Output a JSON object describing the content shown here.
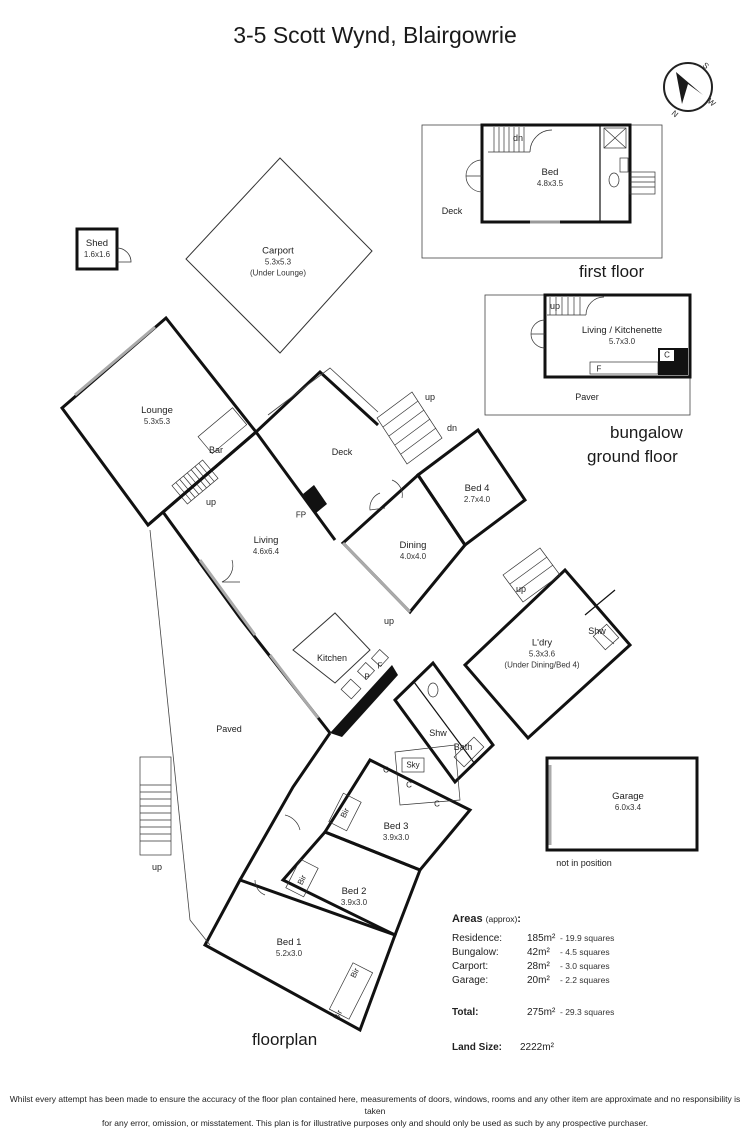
{
  "title": "3-5 Scott Wynd, Blairgowrie",
  "compass": {
    "icon": "compass-icon",
    "letters": [
      "S",
      "W",
      "N"
    ]
  },
  "section_labels": {
    "first_floor": "first floor",
    "bungalow": "bungalow",
    "ground_floor": "ground floor",
    "floorplan": "floorplan"
  },
  "rooms": {
    "shed": {
      "name": "Shed",
      "dims": "1.6x1.6"
    },
    "carport": {
      "name": "Carport",
      "dims": "5.3x5.3",
      "note": "(Under Lounge)"
    },
    "bed_upper": {
      "name": "Bed",
      "dims": "4.8x3.5"
    },
    "living_kitchenette": {
      "name": "Living / Kitchenette",
      "dims": "5.7x3.0"
    },
    "lounge": {
      "name": "Lounge",
      "dims": "5.3x5.3"
    },
    "living": {
      "name": "Living",
      "dims": "4.6x6.4"
    },
    "dining": {
      "name": "Dining",
      "dims": "4.0x4.0"
    },
    "bed4": {
      "name": "Bed 4",
      "dims": "2.7x4.0"
    },
    "ldry": {
      "name": "L'dry",
      "dims": "5.3x3.6",
      "note": "(Under Dining/Bed 4)"
    },
    "garage": {
      "name": "Garage",
      "dims": "6.0x3.4"
    },
    "bed3": {
      "name": "Bed 3",
      "dims": "3.9x3.0"
    },
    "bed2": {
      "name": "Bed 2",
      "dims": "3.9x3.0"
    },
    "bed1": {
      "name": "Bed 1",
      "dims": "5.2x3.0"
    }
  },
  "labels": {
    "deck_upper": "Deck",
    "dn_upper": "dn",
    "up_bungalow": "up",
    "paver": "Paver",
    "F": "F",
    "C": "C",
    "bar": "Bar",
    "up": "up",
    "dn": "dn",
    "deck": "Deck",
    "fp": "FP",
    "kitchen": "Kitchen",
    "P": "P",
    "shw": "Shw",
    "bath": "Bath",
    "sky": "Sky",
    "bir": "Bir",
    "paved": "Paved",
    "not_in_position": "not in position"
  },
  "areas": {
    "heading": "Areas",
    "heading_note": "(approx)",
    "rows": [
      {
        "label": "Residence:",
        "value": "185m²",
        "squares": "- 19.9 squares"
      },
      {
        "label": "Bungalow:",
        "value": "42m²",
        "squares": "- 4.5 squares"
      },
      {
        "label": "Carport:",
        "value": "28m²",
        "squares": "- 3.0 squares"
      },
      {
        "label": "Garage:",
        "value": "20m²",
        "squares": "- 2.2 squares"
      }
    ],
    "total": {
      "label": "Total:",
      "value": "275m²",
      "squares": "- 29.3 squares"
    },
    "land": {
      "label": "Land Size:",
      "value": "2222m²"
    }
  },
  "disclaimer_line1": "Whilst every attempt has been made to ensure the accuracy of the floor plan contained here, measurements of doors, windows, rooms and any other item are approximate and no responsibility is taken",
  "disclaimer_line2": "for any error, omission, or misstatement. This plan is for illustrative purposes only and should only be used as such by any prospective purchaser."
}
